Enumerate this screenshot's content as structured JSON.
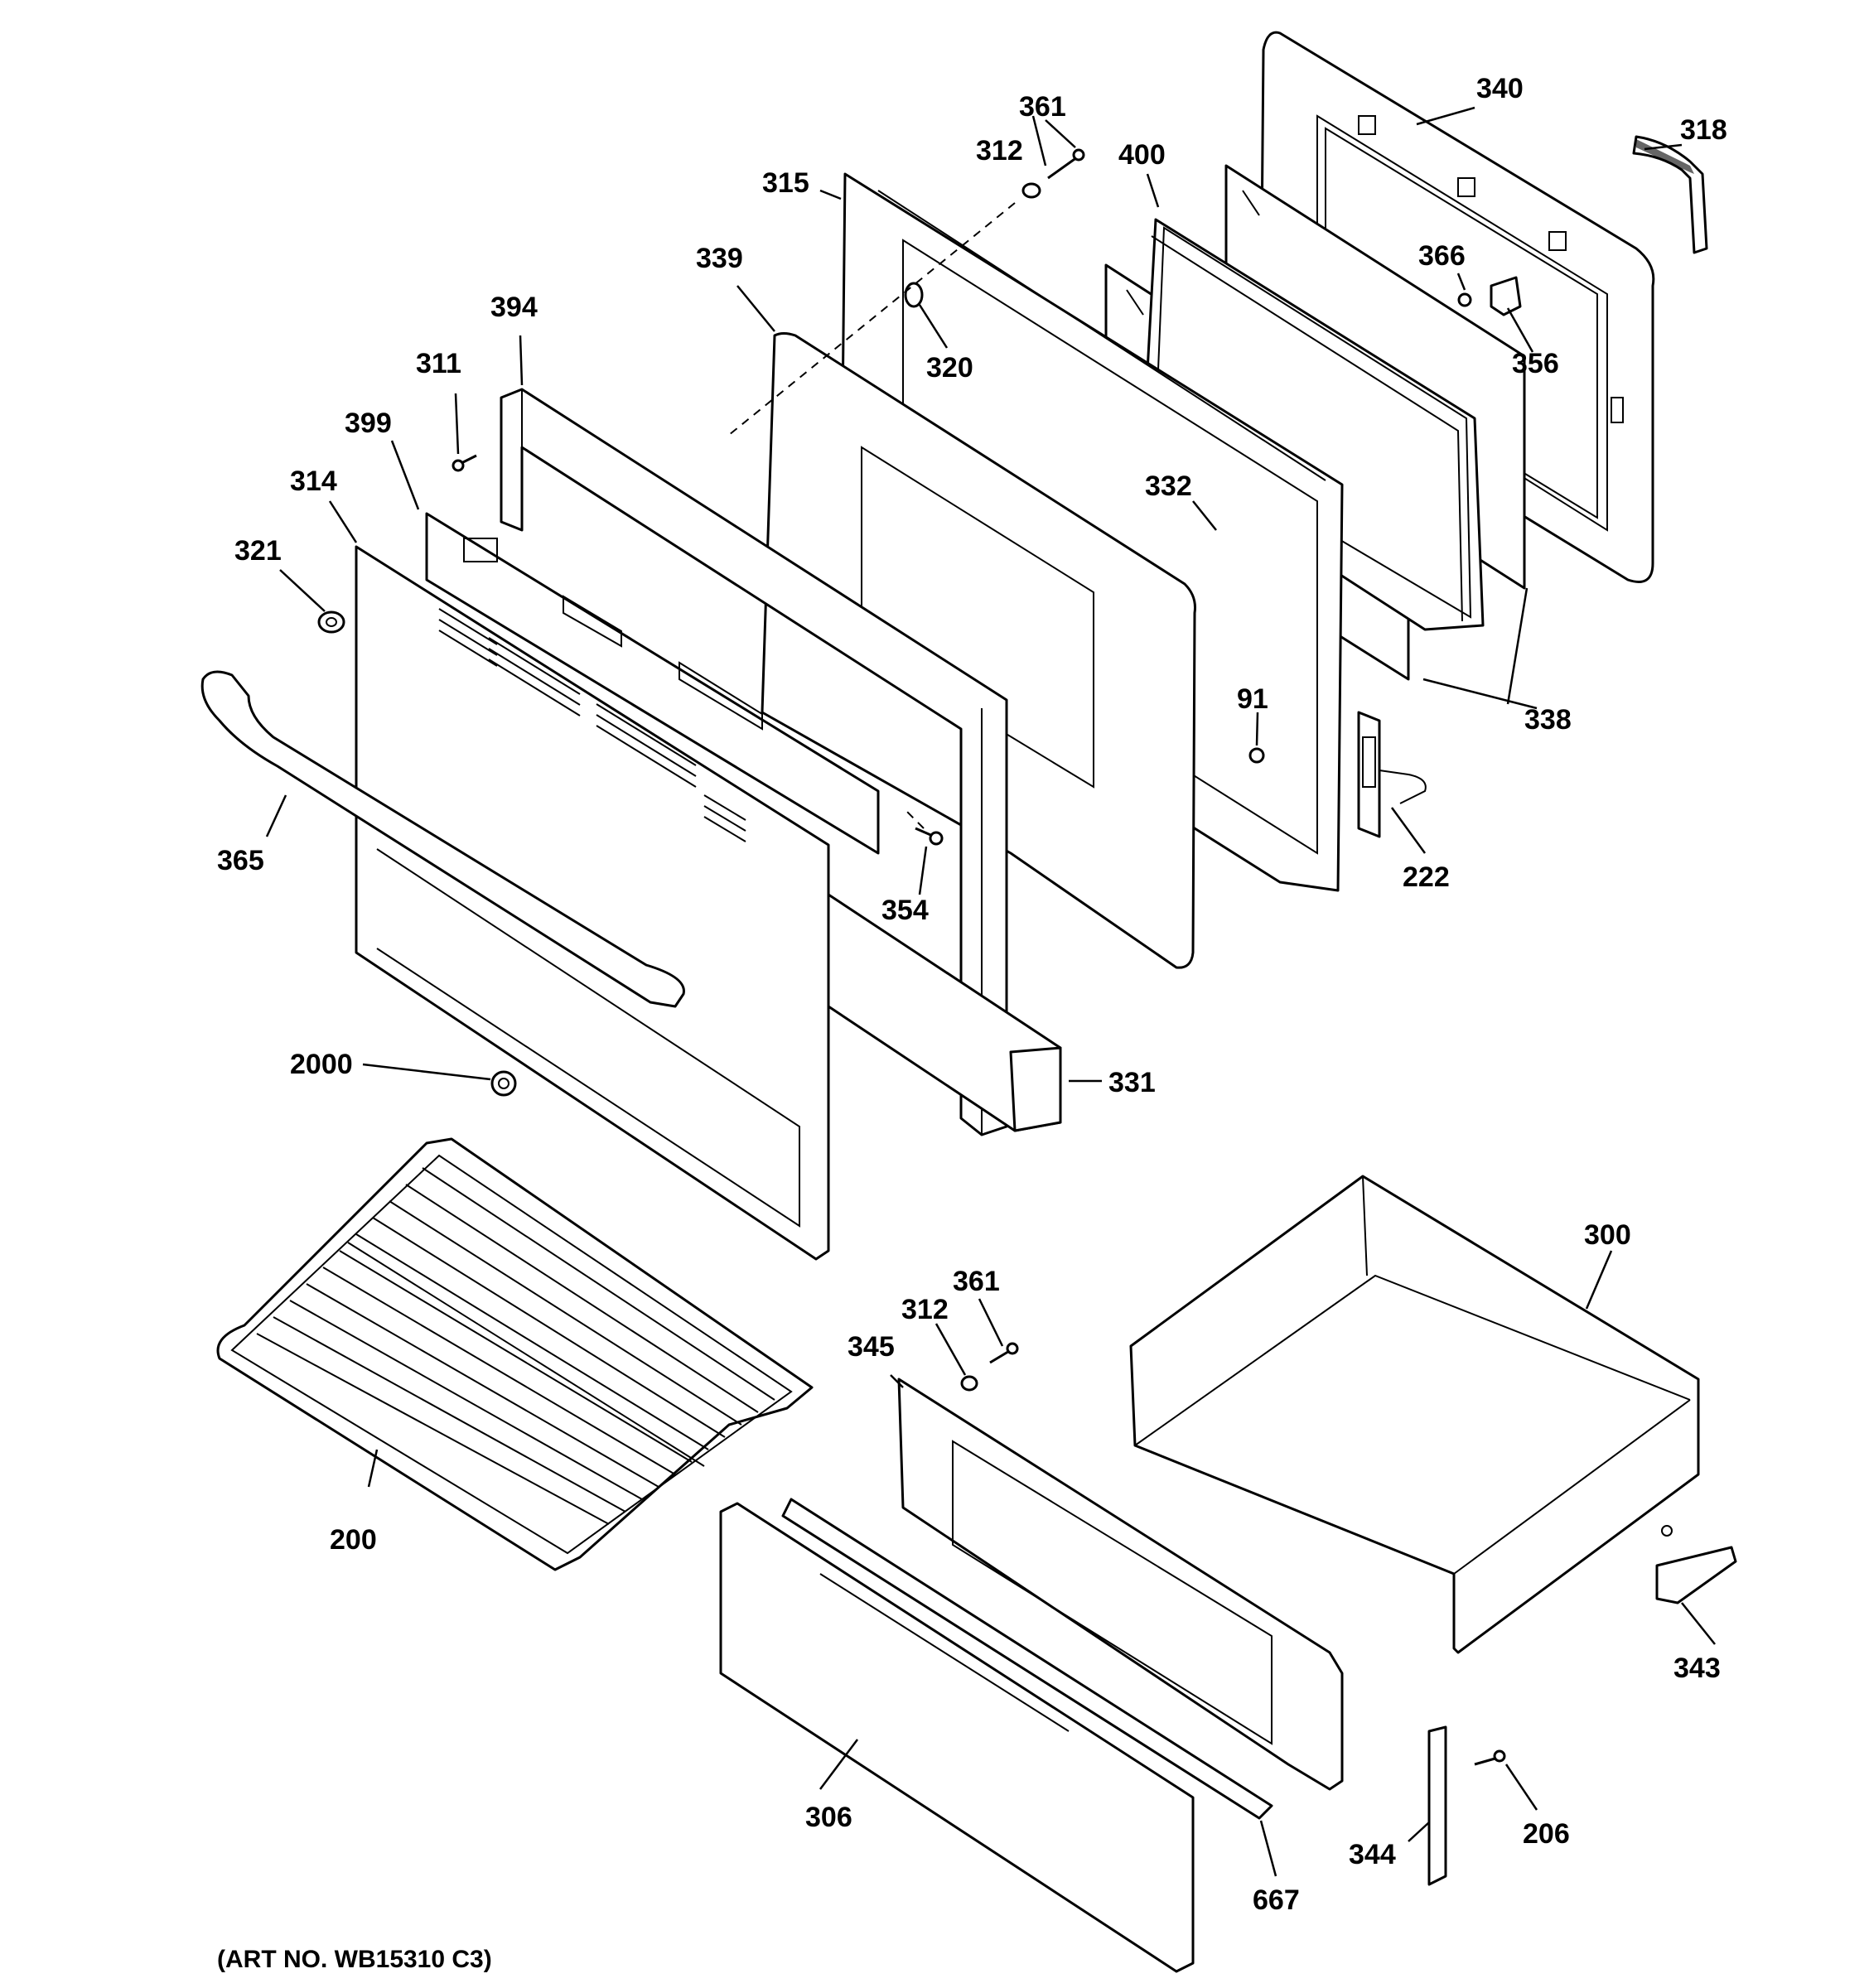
{
  "art_number": "(ART NO. WB15310 C3)",
  "labels": {
    "p361a": "361",
    "p312a": "312",
    "p315": "315",
    "p339": "339",
    "p400": "400",
    "p340": "340",
    "p318": "318",
    "p366": "366",
    "p356": "356",
    "p320": "320",
    "p394": "394",
    "p311": "311",
    "p399": "399",
    "p314": "314",
    "p321": "321",
    "p332": "332",
    "p91": "91",
    "p338": "338",
    "p365": "365",
    "p354": "354",
    "p222": "222",
    "p2000": "2000",
    "p331": "331",
    "p300": "300",
    "p361b": "361",
    "p312b": "312",
    "p345": "345",
    "p200": "200",
    "p343": "343",
    "p306": "306",
    "p344": "344",
    "p206": "206",
    "p667": "667"
  }
}
